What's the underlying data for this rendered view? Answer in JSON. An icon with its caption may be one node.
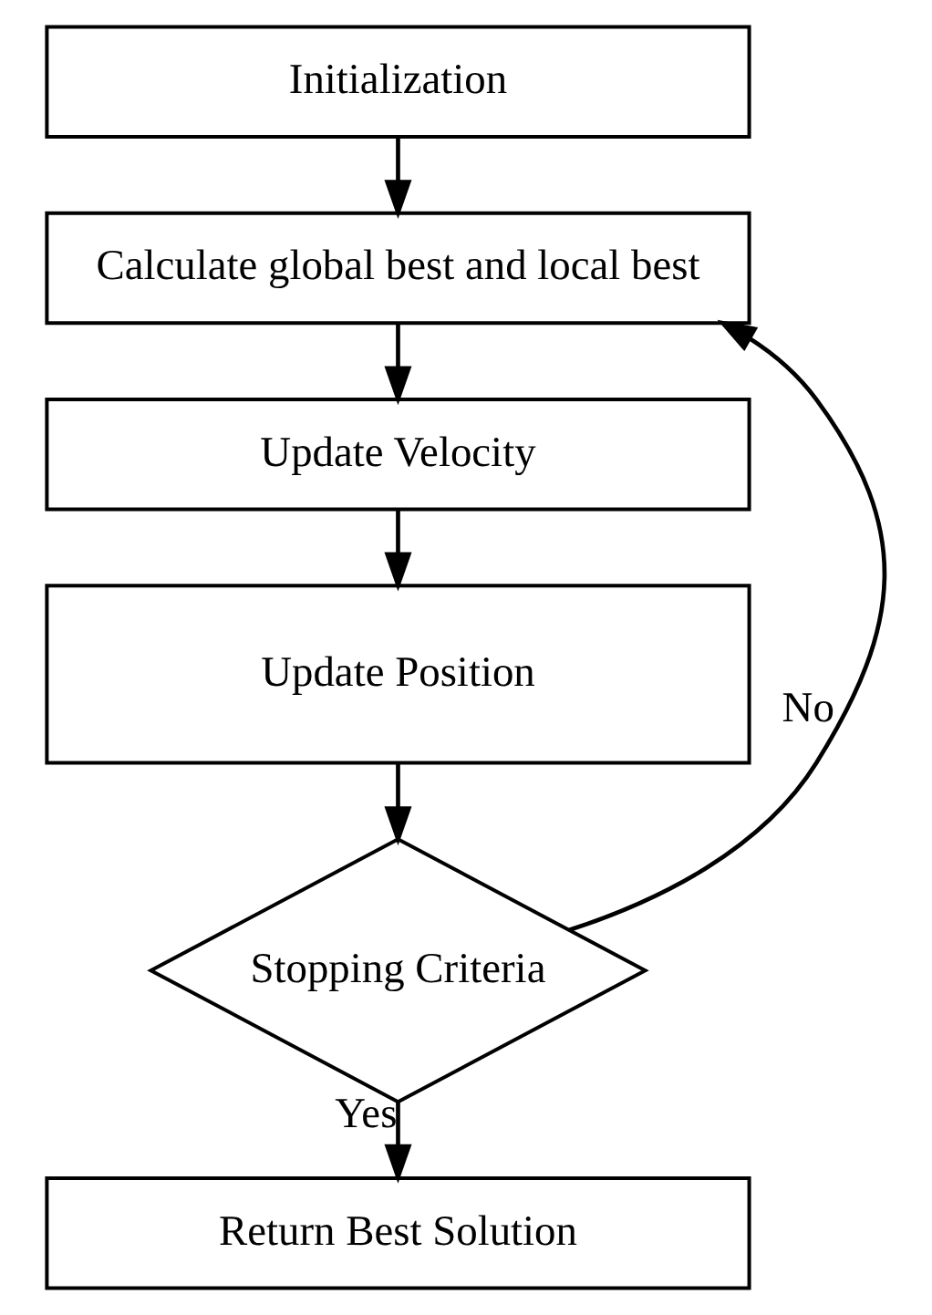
{
  "diagram": {
    "nodes": [
      {
        "text": [
          "Initialization"
        ]
      },
      {
        "text": [
          "Calculate global best and local best"
        ]
      },
      {
        "text": [
          "Update Velocity"
        ]
      },
      {
        "text": [
          "Update Position"
        ]
      },
      {
        "text": [
          "Stopping Criteria"
        ]
      },
      {
        "text": [
          "Return Best Solution"
        ]
      }
    ],
    "edges": [
      {
        "from": 0,
        "to": 1,
        "arrow": "to"
      },
      {
        "from": 1,
        "to": 2,
        "arrow": "to"
      },
      {
        "from": 2,
        "to": 3,
        "arrow": "to"
      },
      {
        "from": 3,
        "to": 4,
        "arrow": "to"
      },
      {
        "from": 4,
        "to": 1,
        "arrow": "to",
        "label": "No"
      },
      {
        "from": 4,
        "to": 5,
        "arrow": "to",
        "label": "Yes"
      }
    ]
  }
}
